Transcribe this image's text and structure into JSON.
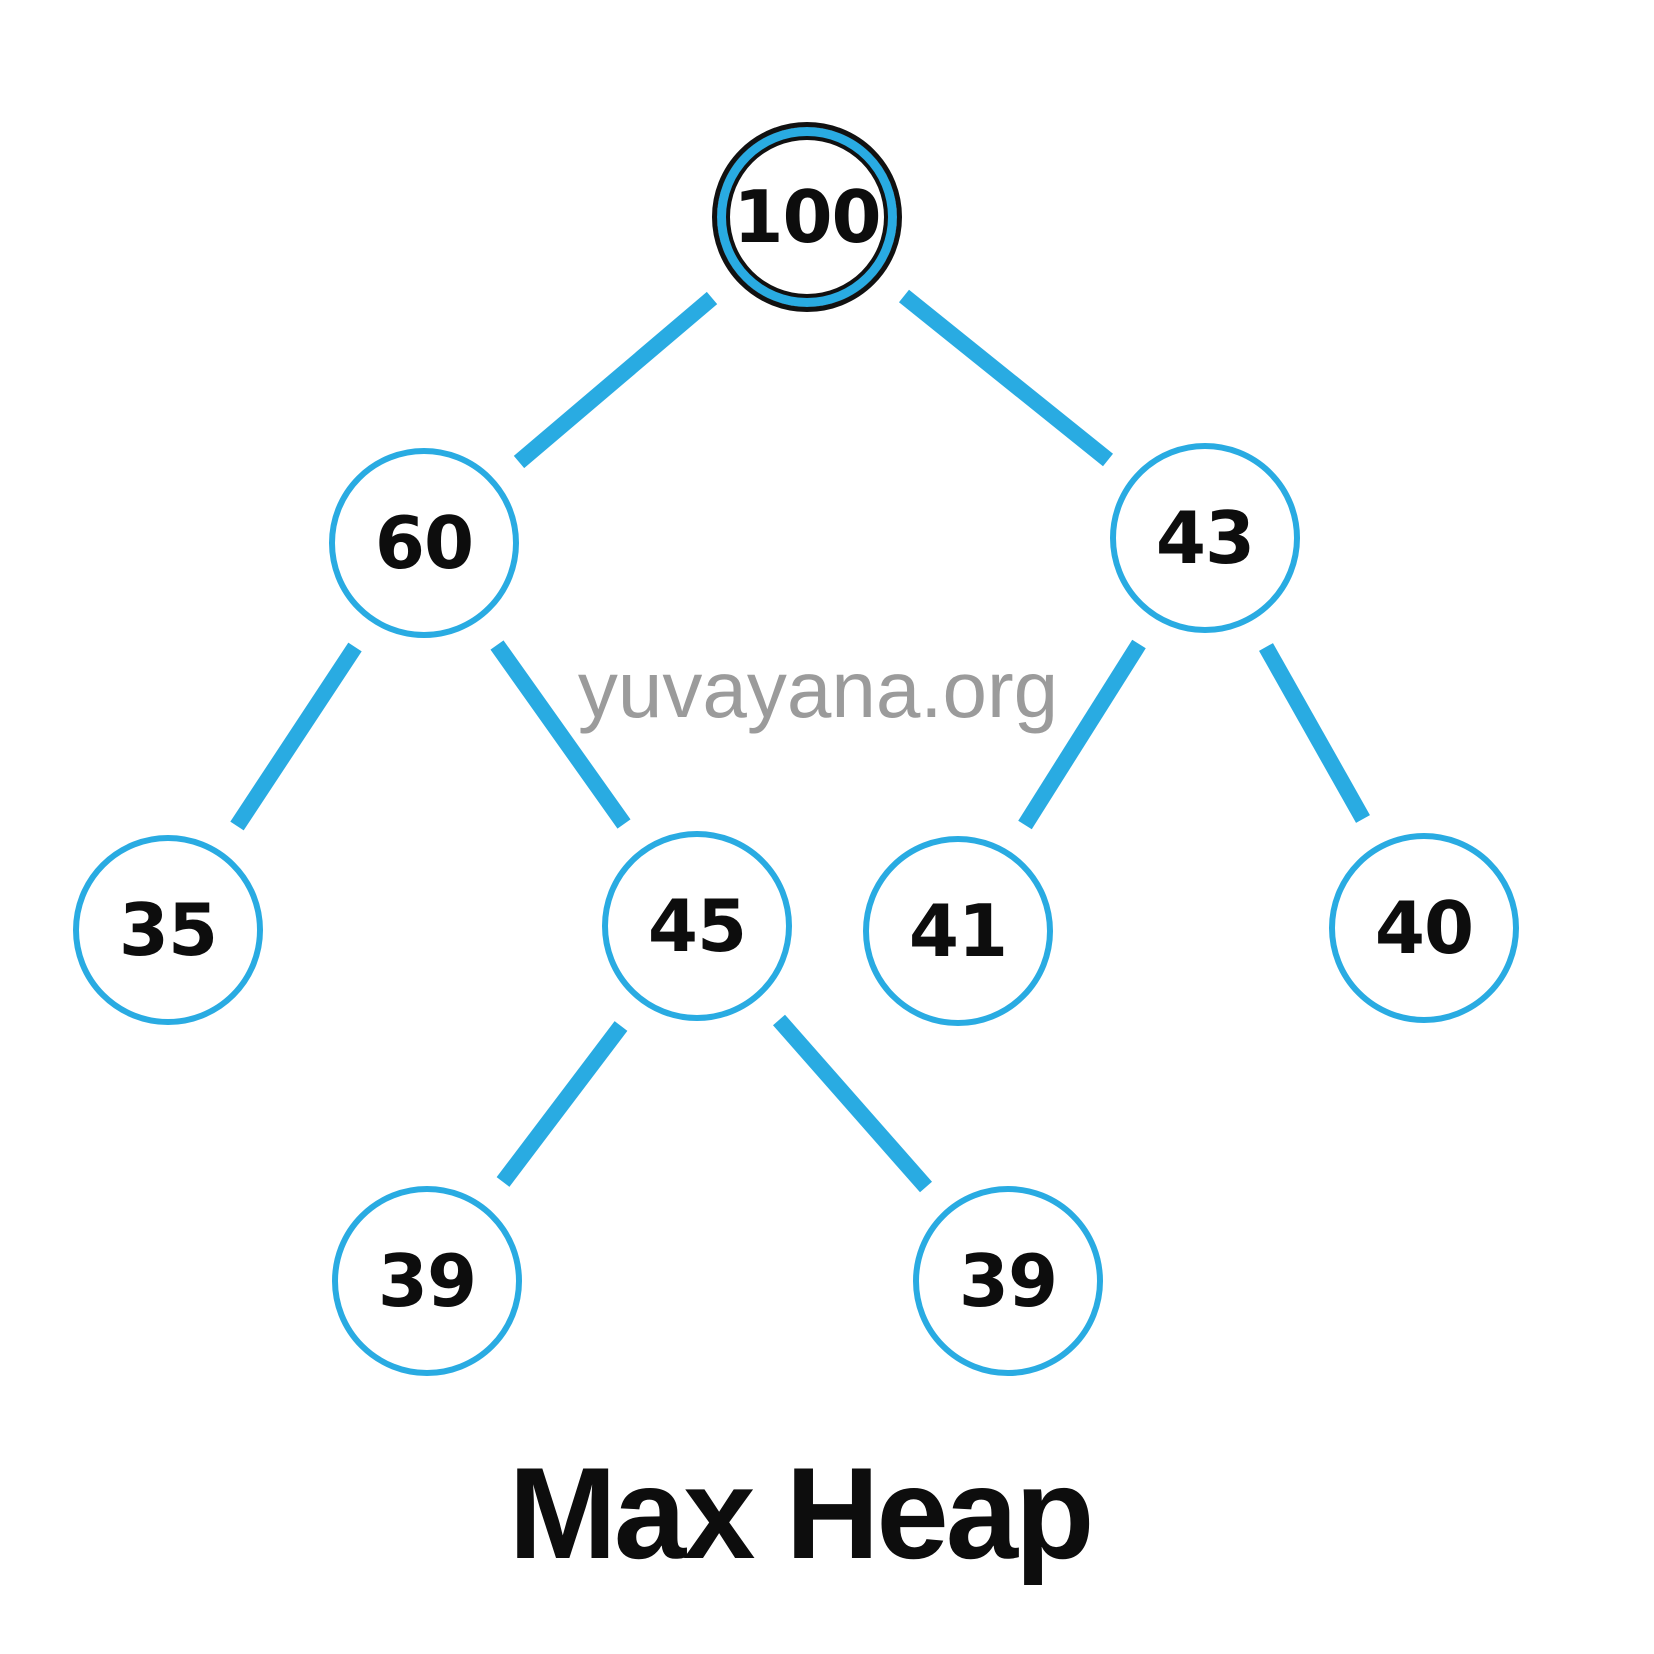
{
  "diagram": {
    "type": "binary-tree",
    "title": "Max Heap",
    "watermark": "yuvayana.org",
    "nodes": [
      {
        "id": "n100",
        "value": "100",
        "level": 1,
        "highlighted": true
      },
      {
        "id": "n60",
        "value": "60",
        "level": 2
      },
      {
        "id": "n43",
        "value": "43",
        "level": 2
      },
      {
        "id": "n35",
        "value": "35",
        "level": 3
      },
      {
        "id": "n45",
        "value": "45",
        "level": 3
      },
      {
        "id": "n41",
        "value": "41",
        "level": 3
      },
      {
        "id": "n40",
        "value": "40",
        "level": 3
      },
      {
        "id": "n39a",
        "value": "39",
        "level": 4
      },
      {
        "id": "n39b",
        "value": "39",
        "level": 4
      }
    ],
    "edges": [
      [
        "n100",
        "n60"
      ],
      [
        "n100",
        "n43"
      ],
      [
        "n60",
        "n35"
      ],
      [
        "n60",
        "n45"
      ],
      [
        "n43",
        "n41"
      ],
      [
        "n43",
        "n40"
      ],
      [
        "n45",
        "n39a"
      ],
      [
        "n45",
        "n39b"
      ]
    ],
    "colors": {
      "accent": "#29ABE2",
      "text": "#0d0d0d",
      "root_ring": "#111111",
      "watermark": "#9b9b9b",
      "background": "#ffffff"
    }
  }
}
